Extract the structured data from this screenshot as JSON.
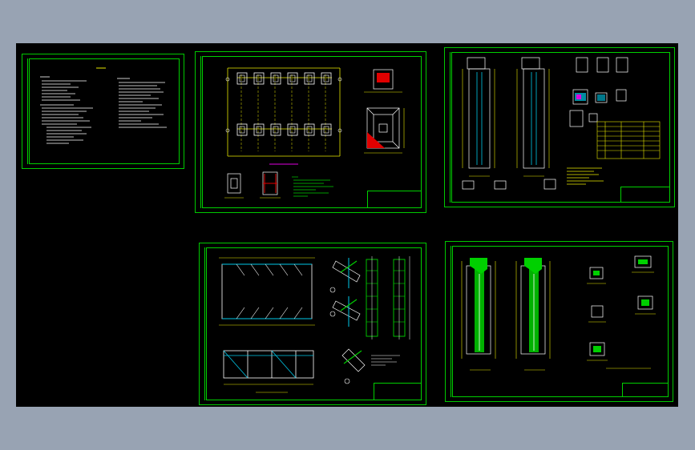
{
  "drawing": {
    "sheets": [
      {
        "id": "notes",
        "title_block_text": ""
      },
      {
        "id": "foundation-plan",
        "title_block_text": ""
      },
      {
        "id": "column-details",
        "title_block_text": ""
      },
      {
        "id": "roof-framing",
        "title_block_text": ""
      },
      {
        "id": "column-sections",
        "title_block_text": ""
      }
    ]
  },
  "colors": {
    "canvas_background": "#98a3b3",
    "viewport_background": "#000000",
    "sheet_border": "#00c800",
    "line_yellow": "#e8e800",
    "line_white": "#ffffff",
    "line_cyan": "#00c8e8",
    "line_red": "#e00000",
    "line_green": "#00d000",
    "line_magenta": "#e000e0"
  }
}
